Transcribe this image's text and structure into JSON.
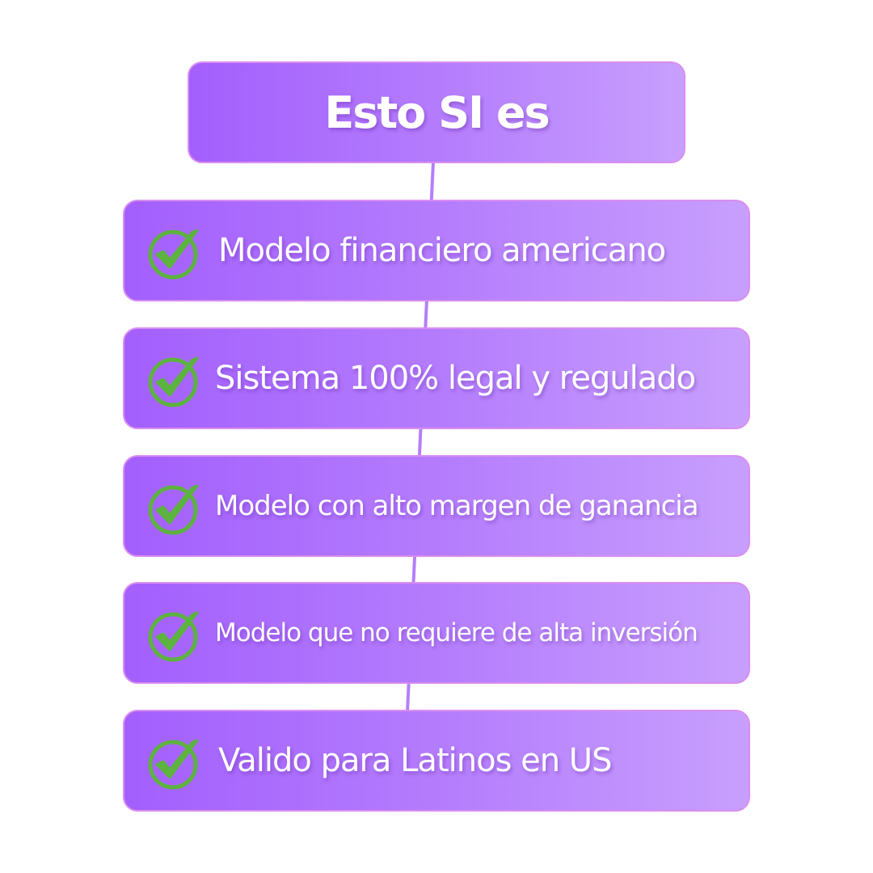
{
  "title": "Esto SI es",
  "items": [
    {
      "label": "Modelo financiero americano",
      "icon": "check-circle-icon"
    },
    {
      "label": "Sistema 100% legal y regulado",
      "icon": "check-circle-icon"
    },
    {
      "label": "Modelo con alto margen de ganancia",
      "icon": "check-circle-icon"
    },
    {
      "label": "Modelo que no requiere de alta inversión",
      "icon": "check-circle-icon"
    },
    {
      "label": "Valido para Latinos en US",
      "icon": "check-circle-icon"
    }
  ],
  "colors": {
    "gradient_start": "#a35ffd",
    "gradient_end": "#c89ffd",
    "check": "#5db33f",
    "connector": "#b57efd"
  }
}
